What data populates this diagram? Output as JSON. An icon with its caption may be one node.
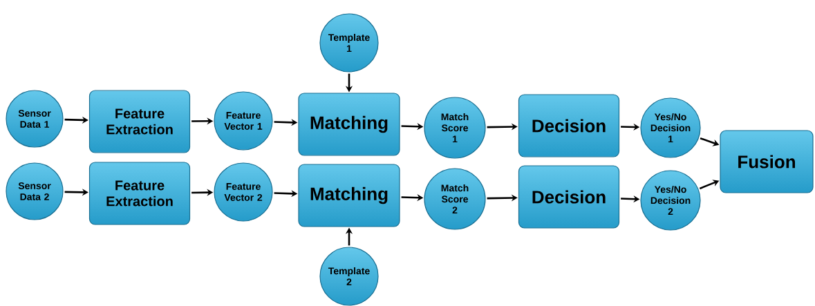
{
  "diagram": {
    "nodes": [
      {
        "text": [
          "Template 1"
        ]
      },
      {
        "text": [
          "Sensor Data 1"
        ]
      },
      {
        "text": [
          "Feature Extraction"
        ]
      },
      {
        "text": [
          "Feature Vector 1"
        ]
      },
      {
        "text": [
          "Matching"
        ]
      },
      {
        "text": [
          "Match Score 1"
        ]
      },
      {
        "text": [
          "Decision"
        ]
      },
      {
        "text": [
          "Yes/No Decision 1"
        ]
      },
      {
        "text": [
          "Fusion"
        ]
      },
      {
        "text": [
          "Sensor Data 2"
        ]
      },
      {
        "text": [
          "Feature Extraction"
        ]
      },
      {
        "text": [
          "Feature Vector 2"
        ]
      },
      {
        "text": [
          "Matching"
        ]
      },
      {
        "text": [
          "Match Score 2"
        ]
      },
      {
        "text": [
          "Decision"
        ]
      },
      {
        "text": [
          "Yes/No Decision 2"
        ]
      },
      {
        "text": [
          "Template 2"
        ]
      }
    ],
    "edges": [
      {
        "from": 1,
        "to": 2,
        "arrow": "to"
      },
      {
        "from": 2,
        "to": 3,
        "arrow": "to"
      },
      {
        "from": 3,
        "to": 4,
        "arrow": "to"
      },
      {
        "from": 0,
        "to": 4,
        "arrow": "to"
      },
      {
        "from": 4,
        "to": 5,
        "arrow": "to"
      },
      {
        "from": 5,
        "to": 6,
        "arrow": "to"
      },
      {
        "from": 6,
        "to": 7,
        "arrow": "to"
      },
      {
        "from": 7,
        "to": 8,
        "arrow": "to"
      },
      {
        "from": 9,
        "to": 10,
        "arrow": "to"
      },
      {
        "from": 10,
        "to": 11,
        "arrow": "to"
      },
      {
        "from": 11,
        "to": 12,
        "arrow": "to"
      },
      {
        "from": 16,
        "to": 12,
        "arrow": "to"
      },
      {
        "from": 12,
        "to": 13,
        "arrow": "to"
      },
      {
        "from": 13,
        "to": 14,
        "arrow": "to"
      },
      {
        "from": 14,
        "to": 15,
        "arrow": "to"
      },
      {
        "from": 15,
        "to": 8,
        "arrow": "to"
      }
    ]
  }
}
